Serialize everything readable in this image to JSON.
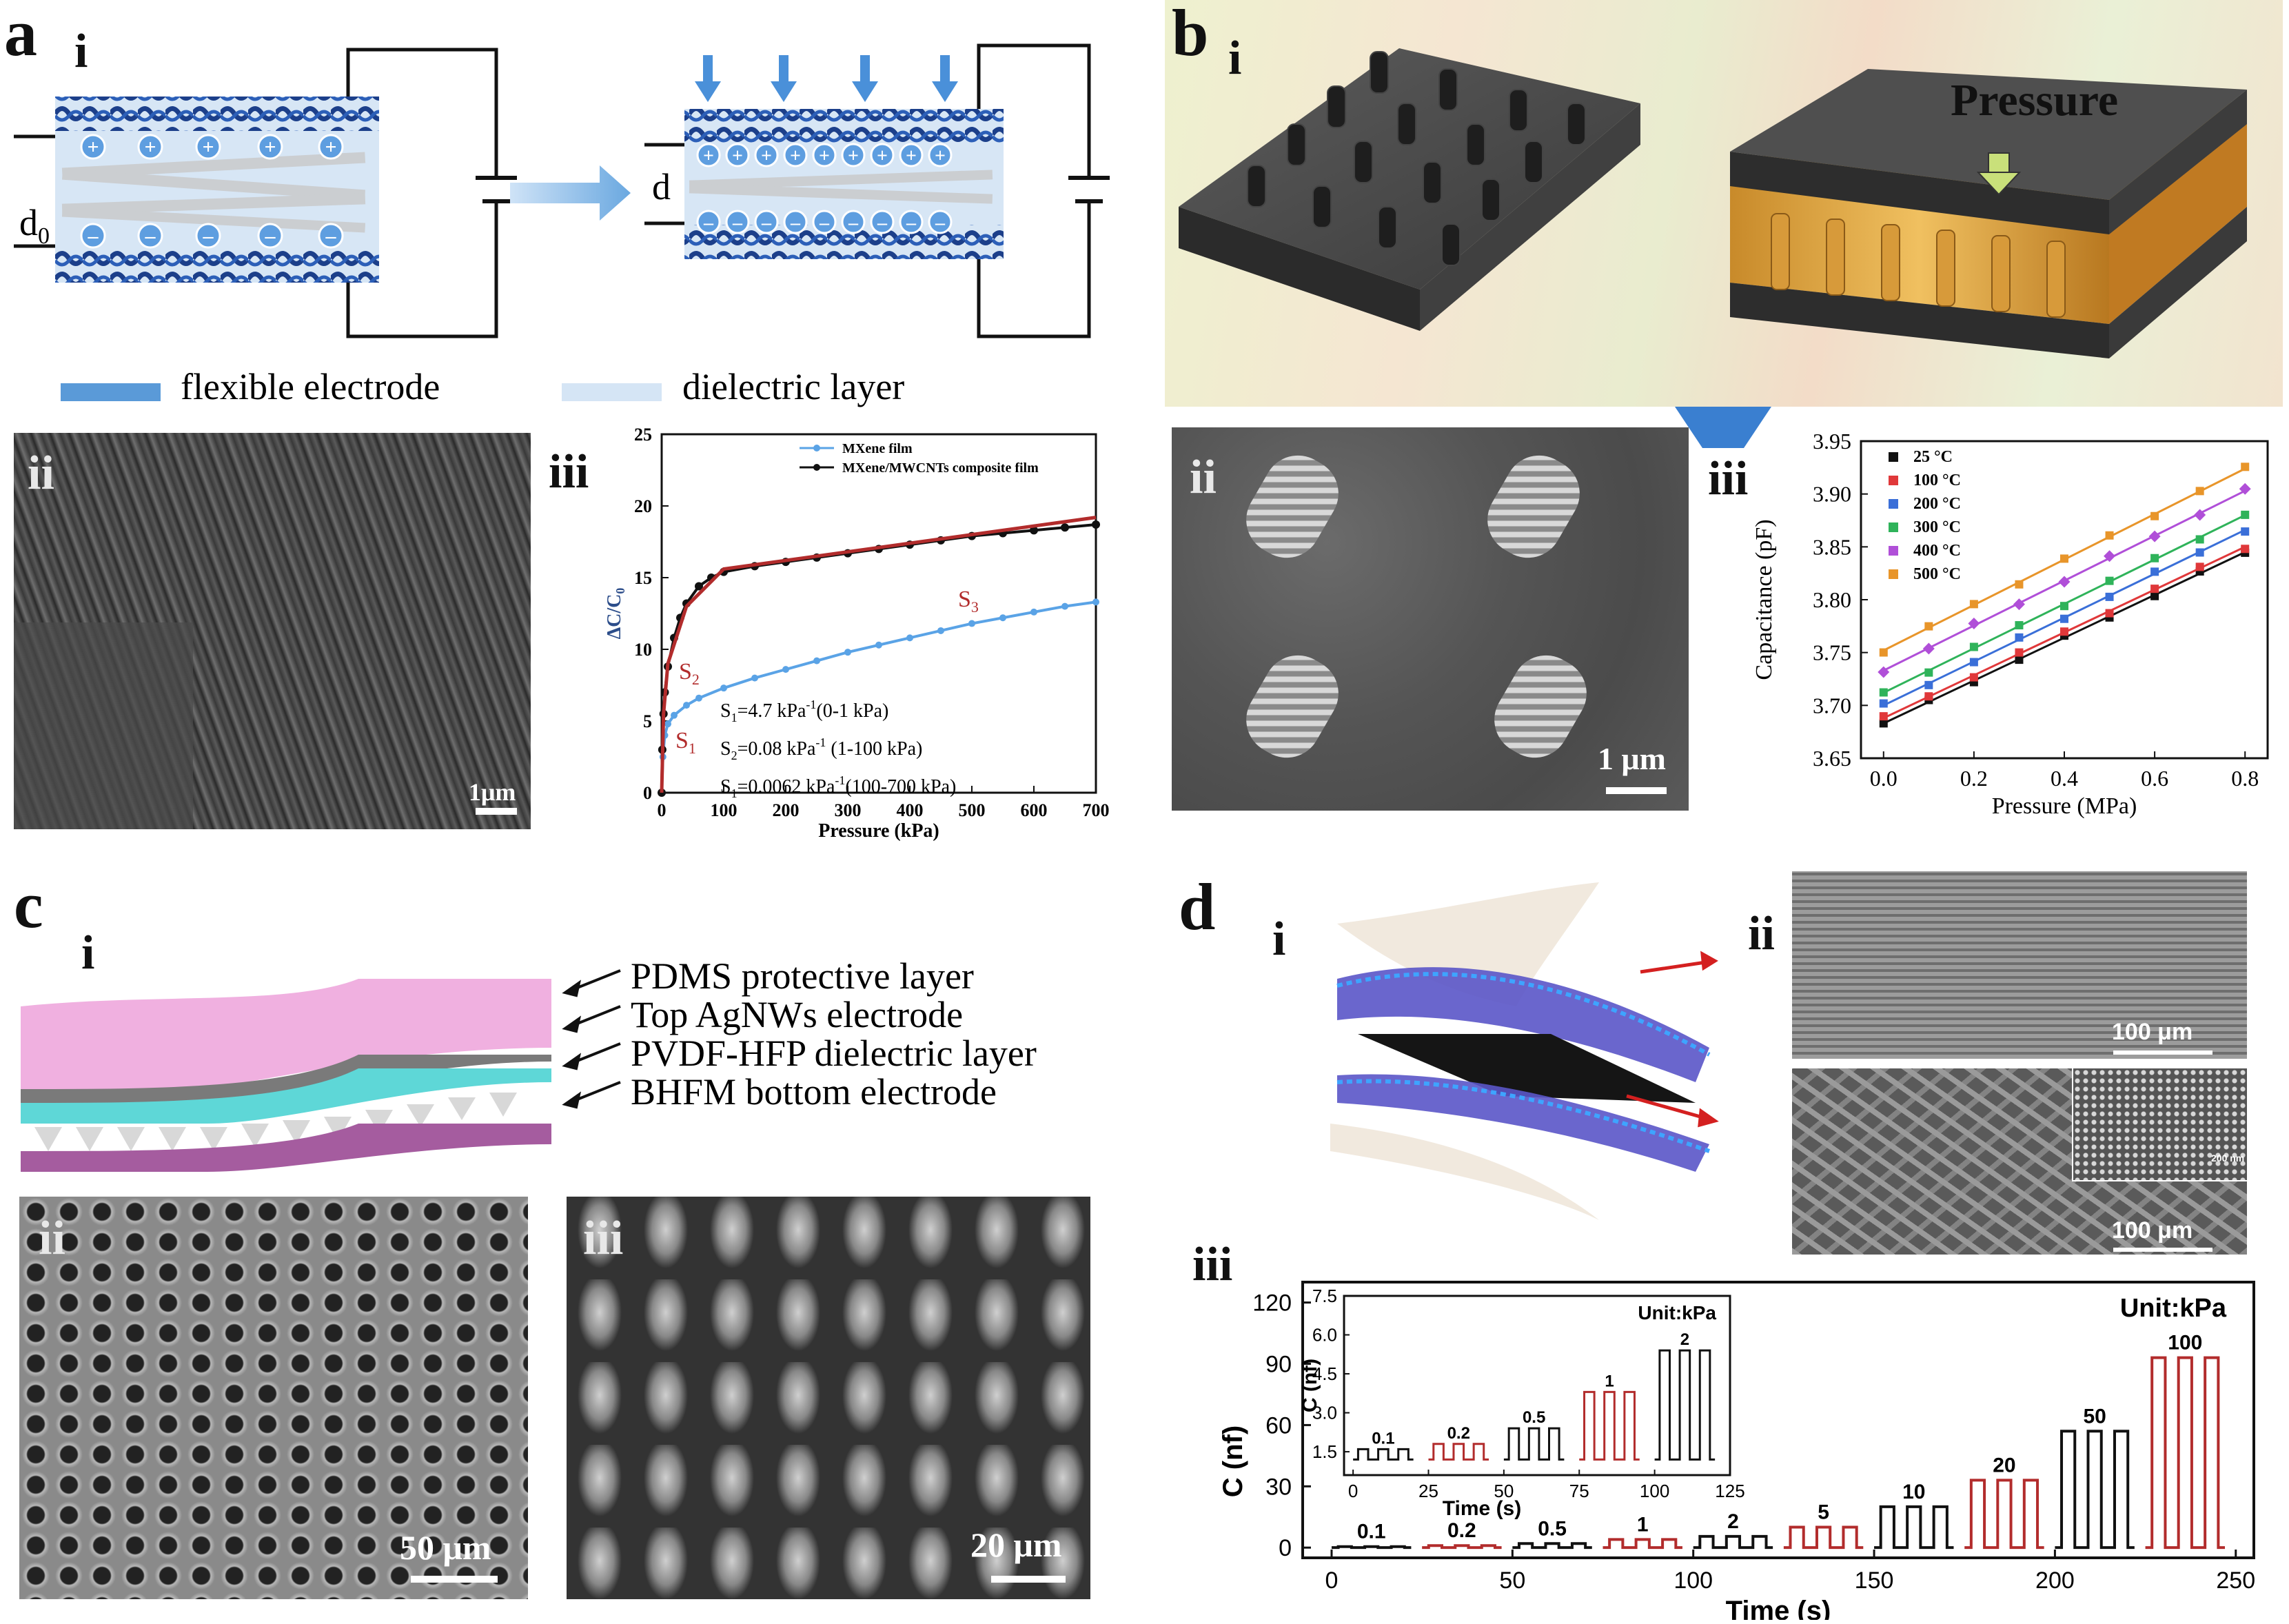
{
  "panel_a": {
    "label": "a",
    "sub_i": "i",
    "sub_ii": "ii",
    "sub_iii": "iii",
    "d0": "d",
    "d0_sub": "0",
    "d": "d",
    "legend_electrode": "flexible electrode",
    "legend_dielectric": "dielectric layer",
    "sem_scale": "1μm"
  },
  "panel_b": {
    "label": "b",
    "sub_i": "i",
    "sub_ii": "ii",
    "sub_iii": "iii",
    "pressure_text": "Pressure",
    "sem_scale": "1 μm"
  },
  "panel_c": {
    "label": "c",
    "sub_i": "i",
    "sub_ii": "ii",
    "sub_iii": "iii",
    "layers": [
      "PDMS protective layer",
      "Top AgNWs electrode",
      "PVDF-HFP dielectric layer",
      "BHFM bottom electrode"
    ],
    "scale_ii": "50 μm",
    "scale_iii": "20 μm"
  },
  "panel_d": {
    "label": "d",
    "sub_i": "i",
    "sub_ii": "ii",
    "sub_iii": "iii",
    "scale_top": "100 μm",
    "scale_bottom": "100 μm",
    "scale_inset": "200 nm"
  },
  "chart_data": [
    {
      "id": "a-iii",
      "type": "line",
      "xlabel": "Pressure (kPa)",
      "ylabel": "ΔC/C",
      "ylabel_sub": "0",
      "xlim": [
        0,
        700
      ],
      "ylim": [
        0,
        25
      ],
      "xticks": [
        0,
        100,
        200,
        300,
        400,
        500,
        600,
        700
      ],
      "yticks": [
        0,
        5,
        10,
        15,
        20,
        25
      ],
      "legend_position": "top-right",
      "series": [
        {
          "name": "MXene film",
          "color": "#5aa3e6",
          "x": [
            0,
            2,
            5,
            10,
            20,
            40,
            60,
            100,
            150,
            200,
            250,
            300,
            350,
            400,
            450,
            500,
            550,
            600,
            650,
            700
          ],
          "y": [
            0,
            2.5,
            4,
            4.8,
            5.4,
            6.1,
            6.6,
            7.3,
            8.0,
            8.6,
            9.2,
            9.8,
            10.3,
            10.8,
            11.3,
            11.8,
            12.2,
            12.6,
            13.0,
            13.3
          ]
        },
        {
          "name": "MXene/MWCNTs composite film",
          "color": "#111111",
          "x": [
            0,
            1,
            3,
            5,
            10,
            20,
            30,
            40,
            60,
            80,
            100,
            150,
            200,
            250,
            300,
            350,
            400,
            450,
            500,
            550,
            600,
            650,
            700
          ],
          "y": [
            0,
            3,
            5.5,
            7,
            8.8,
            10.8,
            12.2,
            13.2,
            14.4,
            15.0,
            15.4,
            15.8,
            16.1,
            16.4,
            16.7,
            17.0,
            17.3,
            17.6,
            17.9,
            18.1,
            18.3,
            18.5,
            18.7
          ]
        },
        {
          "name": "",
          "color": "#b22c2c",
          "x": [
            0,
            3,
            10,
            40,
            100,
            700
          ],
          "y": [
            0,
            5.5,
            9,
            13,
            15.6,
            19.2
          ]
        }
      ],
      "annotations": [
        "S",
        "S",
        "S"
      ],
      "annotation_subs": [
        "1",
        "2",
        "3"
      ],
      "fit_texts": [
        "S",
        "=4.7 kPa",
        "(0-1 kPa)",
        "S",
        "=0.08 kPa",
        " (1-100 kPa)",
        "S",
        "=0.0062 kPa",
        "(100-700 kPa)"
      ],
      "fit_sub": [
        "1",
        "2",
        "1"
      ],
      "fit_sup": "-1"
    },
    {
      "id": "b-iii",
      "type": "scatter",
      "xlabel": "Pressure (MPa)",
      "ylabel": "Capacitance (pF)",
      "xlim": [
        0,
        0.8
      ],
      "ylim": [
        3.65,
        3.95
      ],
      "xticks": [
        0.0,
        0.2,
        0.4,
        0.6,
        0.8
      ],
      "xtick_labels": [
        "0.0",
        "0.2",
        "0.4",
        "0.6",
        "0.8"
      ],
      "yticks": [
        3.65,
        3.7,
        3.75,
        3.8,
        3.85,
        3.9,
        3.95
      ],
      "ytick_labels": [
        "3.65",
        "3.70",
        "3.75",
        "3.80",
        "3.85",
        "3.90",
        "3.95"
      ],
      "legend_position": "top-left",
      "x": [
        0,
        0.1,
        0.2,
        0.3,
        0.4,
        0.5,
        0.6,
        0.7,
        0.8
      ],
      "series": [
        {
          "name": "25 °C",
          "color": "#111111",
          "marker": "square",
          "y0": 3.683,
          "y1": 3.845
        },
        {
          "name": "100 °C",
          "color": "#e0383a",
          "marker": "circle",
          "y0": 3.688,
          "y1": 3.85
        },
        {
          "name": "200 °C",
          "color": "#3a6fd8",
          "marker": "triangle",
          "y0": 3.7,
          "y1": 3.866
        },
        {
          "name": "300 °C",
          "color": "#2fb35a",
          "marker": "triangle-down",
          "y0": 3.712,
          "y1": 3.88
        },
        {
          "name": "400 °C",
          "color": "#b04fd8",
          "marker": "diamond",
          "y0": 3.733,
          "y1": 3.903
        },
        {
          "name": "500 °C",
          "color": "#e8952a",
          "marker": "triangle-left",
          "y0": 3.752,
          "y1": 3.924
        }
      ]
    },
    {
      "id": "d-iii",
      "type": "line",
      "xlabel": "Time (s)",
      "ylabel": "C (nf)",
      "xlim": [
        -8,
        255
      ],
      "ylim": [
        -5,
        130
      ],
      "xticks": [
        0,
        50,
        100,
        150,
        200,
        250
      ],
      "yticks": [
        0,
        30,
        60,
        90,
        120
      ],
      "unit_label": "Unit:kPa",
      "pulses": [
        {
          "label": "0.1",
          "start": 0,
          "height": 0.5,
          "color": "#111111"
        },
        {
          "label": "0.2",
          "start": 25,
          "height": 1.0,
          "color": "#b22c2c"
        },
        {
          "label": "0.5",
          "start": 50,
          "height": 2.0,
          "color": "#111111"
        },
        {
          "label": "1",
          "start": 75,
          "height": 4.0,
          "color": "#b22c2c"
        },
        {
          "label": "2",
          "start": 100,
          "height": 5.5,
          "color": "#111111"
        },
        {
          "label": "5",
          "start": 125,
          "height": 10.0,
          "color": "#b22c2c"
        },
        {
          "label": "10",
          "start": 150,
          "height": 20.0,
          "color": "#111111"
        },
        {
          "label": "20",
          "start": 175,
          "height": 33.0,
          "color": "#b22c2c"
        },
        {
          "label": "50",
          "start": 200,
          "height": 57.0,
          "color": "#111111"
        },
        {
          "label": "100",
          "start": 225,
          "height": 93.0,
          "color": "#b22c2c"
        }
      ],
      "inset": {
        "xlabel": "Time (s)",
        "ylabel": "C (nf)",
        "xlim": [
          -3,
          125
        ],
        "ylim": [
          0.6,
          7.5
        ],
        "xticks": [
          0,
          25,
          50,
          75,
          100,
          125
        ],
        "yticks": [
          1.5,
          3.0,
          4.5,
          6.0,
          7.5
        ],
        "ytick_labels": [
          "1.5",
          "3.0",
          "4.5",
          "6.0",
          "7.5"
        ],
        "unit_label": "Unit:kPa",
        "pulses": [
          {
            "label": "0.1",
            "start": 0,
            "height": 1.6,
            "color": "#111111"
          },
          {
            "label": "0.2",
            "start": 25,
            "height": 1.8,
            "color": "#b22c2c"
          },
          {
            "label": "0.5",
            "start": 50,
            "height": 2.4,
            "color": "#111111"
          },
          {
            "label": "1",
            "start": 75,
            "height": 3.8,
            "color": "#b22c2c"
          },
          {
            "label": "2",
            "start": 100,
            "height": 5.4,
            "color": "#111111"
          }
        ]
      }
    }
  ]
}
